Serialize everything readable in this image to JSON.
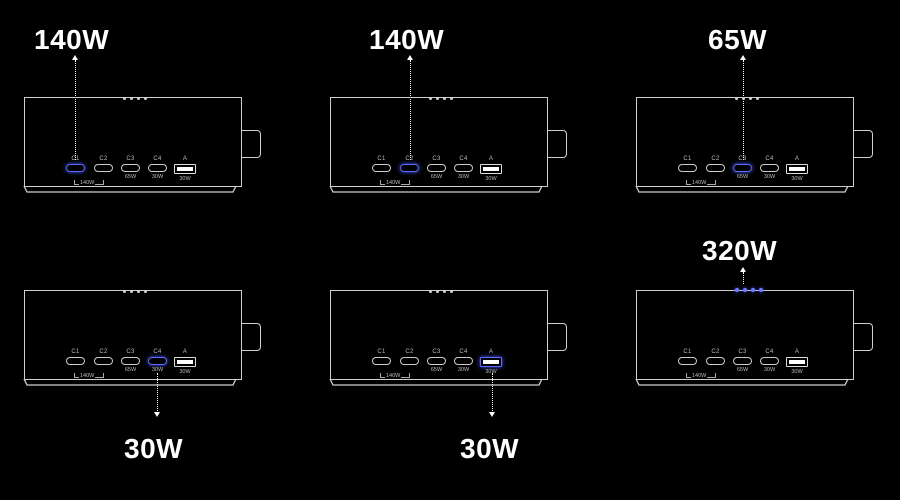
{
  "ports": [
    {
      "id": "c1",
      "label": "C1",
      "type": "usb-c"
    },
    {
      "id": "c2",
      "label": "C2",
      "type": "usb-c"
    },
    {
      "id": "c3",
      "label": "C3",
      "type": "usb-c",
      "watt": "65W"
    },
    {
      "id": "c4",
      "label": "C4",
      "type": "usb-c",
      "watt": "30W"
    },
    {
      "id": "a",
      "label": "A",
      "type": "usb-a",
      "watt": "30W"
    }
  ],
  "shared_label": "140W",
  "panels": [
    {
      "callout": "140W",
      "active": "c1",
      "arrow": "up"
    },
    {
      "callout": "140W",
      "active": "c2",
      "arrow": "up"
    },
    {
      "callout": "65W",
      "active": "c3",
      "arrow": "up"
    },
    {
      "callout": "30W",
      "active": "c4",
      "arrow": "down"
    },
    {
      "callout": "30W",
      "active": "a",
      "arrow": "down"
    },
    {
      "callout": "320W",
      "active": "top",
      "arrow": "up"
    }
  ],
  "colors": {
    "accent": "#5b6cff",
    "line": "#cfcfcf",
    "background": "#000000"
  }
}
